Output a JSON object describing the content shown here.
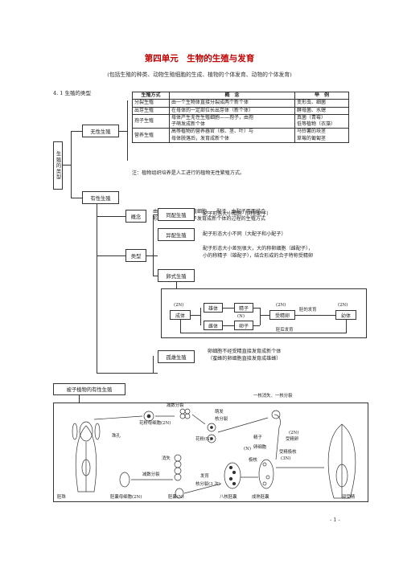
{
  "header": {
    "title": "第四单元　生物的生殖与发育",
    "subtitle": "(包括生殖的种类、动物生殖细胞的生成、植物的个体发育、动物的个体发育)"
  },
  "section_41": "4. 1 生殖的类型",
  "root_label": "生殖的类型",
  "asexual": {
    "label": "无性生殖",
    "headers": [
      "生殖方式",
      "概　念",
      "举　例"
    ],
    "rows": [
      {
        "method": "分裂生殖",
        "concept": "由一个生物体直接分裂成两个新个体",
        "example": "变形虫、细菌"
      },
      {
        "method": "出芽生殖",
        "concept": "在母体的一定部位长出芽体（新个体）",
        "example": "酵母菌、水螅"
      },
      {
        "method": "孢子生殖",
        "concept1": "母体产生无性生殖细胞——孢子，由孢",
        "concept2": "子萌发成新个体",
        "example1": "真菌（青霉）",
        "example2": "低等植物（衣藻）"
      },
      {
        "method": "营养生殖",
        "concept1": "高等植物的营养器官（根、茎、叶）与",
        "concept2": "母体脱落后，发育成新个体",
        "example1": "马铃薯的块茎",
        "example2": "草莓的匍匐茎"
      }
    ],
    "note": "注：植物组织培养是人工进行的植物无性繁殖方式。"
  },
  "sexual": {
    "label": "有性生殖",
    "concept_label": "概念",
    "concept_line1": "由亲体产生有性生殖细胞——配子，由配子两两结合",
    "concept_line2": "形成合子，再由合子发育成新个体的过程的生殖方式",
    "type_label": "类型",
    "isogamy": {
      "label": "同配生殖",
      "desc": "配子形态大小相同（同型配子）"
    },
    "anisogamy": {
      "label": "异配生殖",
      "desc": "配子形态大小不同（大配子和小配子）"
    },
    "oogamy": {
      "label": "卵式生殖",
      "desc1": "配子形态大小差别很大，大的称卵细胞（雌配子），",
      "desc2": "小的称精子（雄配子），结合形成的合子特称受精卵"
    },
    "flow": {
      "adult_ploidy": "(2N)",
      "adult": "成体",
      "male": "雄体",
      "female": "雌体",
      "sperm": "精子",
      "egg": "卵子",
      "gamete_ploidy": "(N)",
      "zygote_ploidy": "(2N)",
      "zygote": "受精卵",
      "embryo_dev": "胚的发育",
      "young_ploidy": "(2N)",
      "young": "幼体",
      "post_dev": "胚后发育"
    },
    "parthenogenesis": {
      "label": "孤雌生殖",
      "desc1": "卵细胞不经受精直接发育成新个体",
      "desc2": "（蜜蜂的卵细胞直接发育成雄蜂）"
    }
  },
  "angiosperm": {
    "label": "被子植物的有性生殖",
    "pollen_mother": "花粉母细胞(2N)",
    "meiosis1": "减数分裂",
    "germinate": "萌发",
    "mitosis1": "核分裂",
    "pollen": "花粉(N)",
    "one_nucleus": "一核消失、一核分裂",
    "micropyle": "珠孔",
    "disappear": "消失",
    "meiosis2": "减数分裂",
    "ovule": "胚珠",
    "embryo_sac_mother": "胚囊母细胞(2N)",
    "megaspore": "胚囊(N)",
    "develop": "发育",
    "mitosis3": "核分裂(3 次)",
    "eight_nucleus": "八核胚囊",
    "mature_sac": "成熟胚囊",
    "sperm_label": "精子",
    "egg_label": "卵细胞",
    "polar": "极核",
    "n_label": "(N)",
    "zygote_2n": "(2N)",
    "fertilized_egg": "受精卵",
    "fertilized_polar": "受精极核",
    "polar_3n": "(3N)",
    "double": "双受精"
  },
  "page_number": "- 1 -"
}
